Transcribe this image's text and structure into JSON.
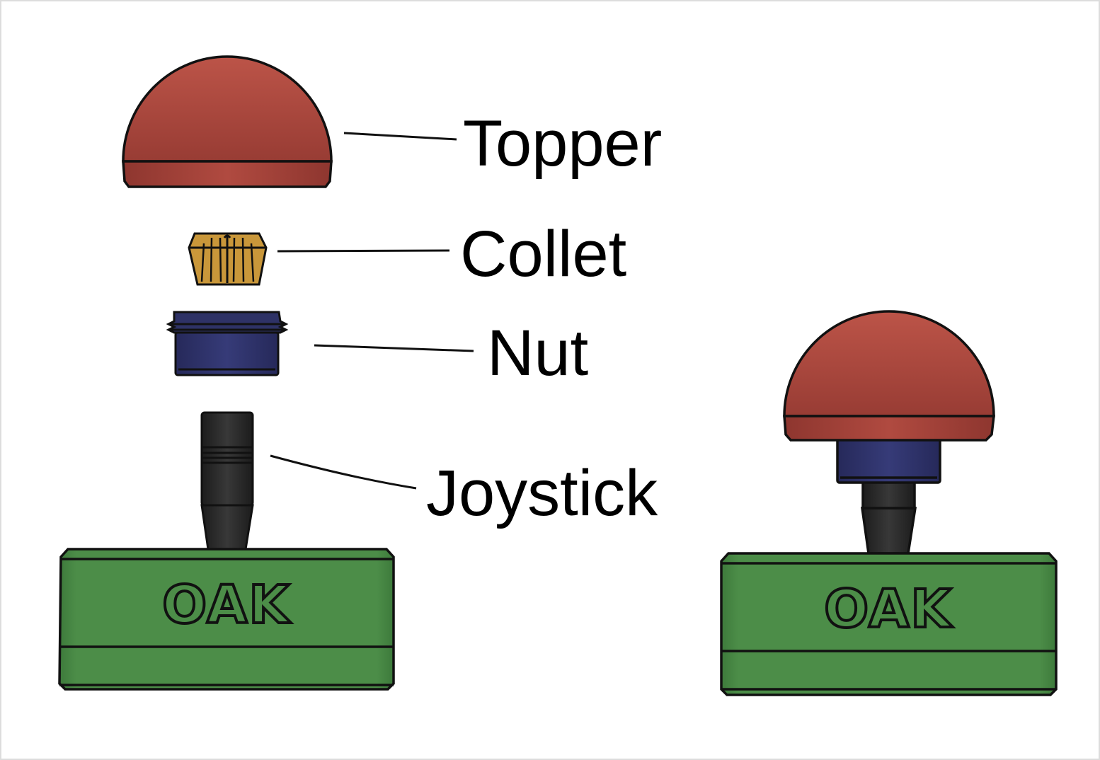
{
  "labels": {
    "topper": "Topper",
    "collet": "Collet",
    "nut": "Nut",
    "joystick": "Joystick"
  },
  "base_left_text": "OAK",
  "base_right_text": "OAK",
  "colors": {
    "topper": "#a8463e",
    "collet": "#c9973a",
    "nut": "#2e3266",
    "joystick": "#2b2b2b",
    "base": "#4a8a47",
    "outline": "#111111"
  }
}
